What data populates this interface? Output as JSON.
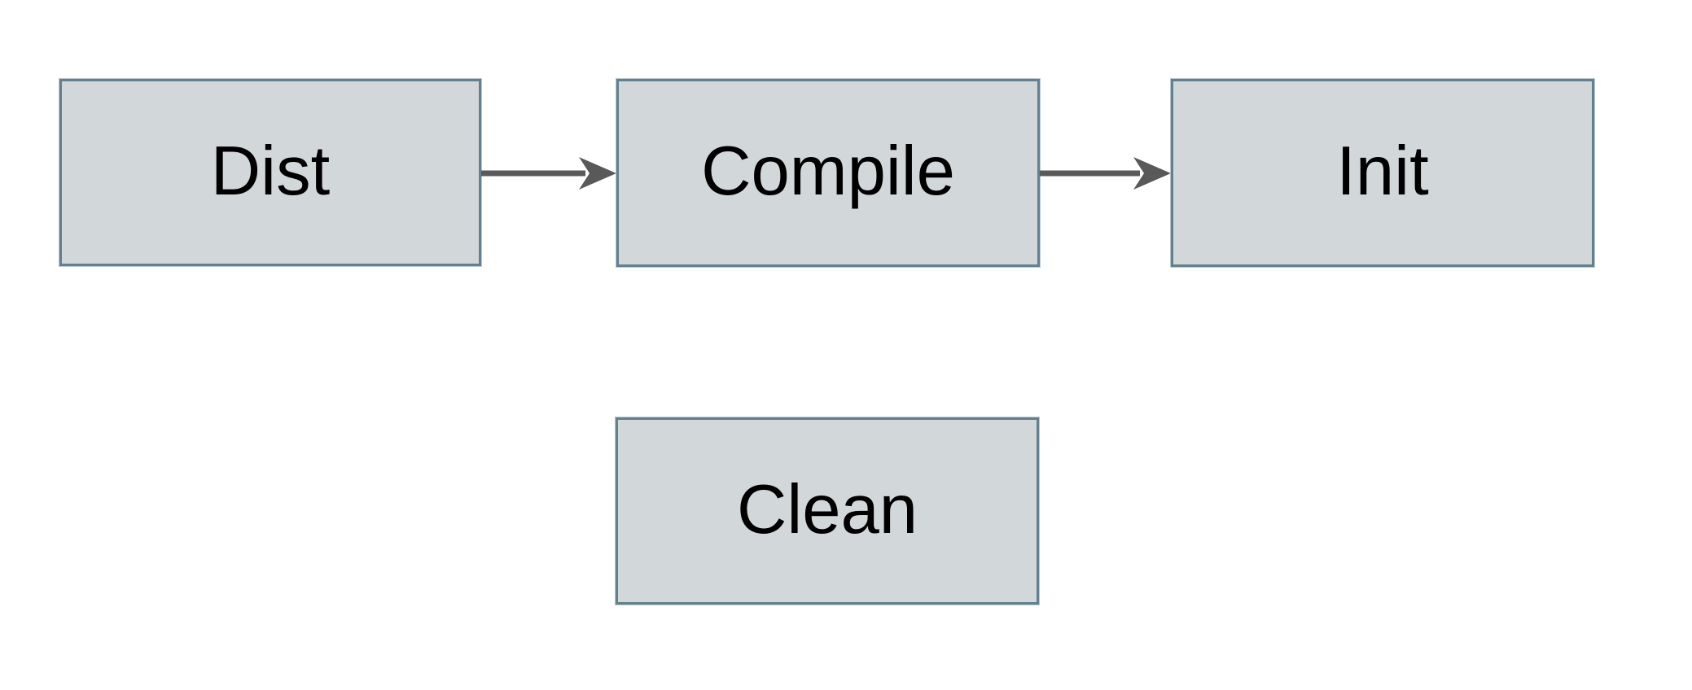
{
  "diagram": {
    "nodes": [
      {
        "id": "dist",
        "label": "Dist"
      },
      {
        "id": "compile",
        "label": "Compile"
      },
      {
        "id": "init",
        "label": "Init"
      },
      {
        "id": "clean",
        "label": "Clean"
      }
    ],
    "edges": [
      {
        "from": "dist",
        "to": "compile"
      },
      {
        "from": "compile",
        "to": "init"
      }
    ],
    "colors": {
      "node_fill": "#d2d8da",
      "node_border": "#64808e",
      "node_halo": "#b9c8ce",
      "arrow": "#595959",
      "text": "#000000",
      "background": "#ffffff"
    }
  }
}
